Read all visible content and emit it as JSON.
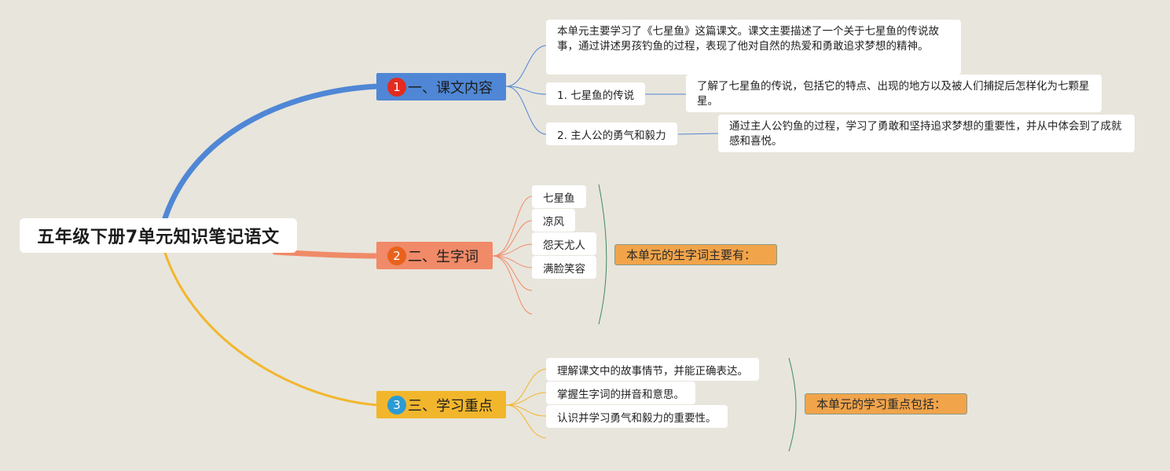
{
  "root": {
    "title": "五年级下册7单元知识笔记语文"
  },
  "branches": [
    {
      "number": "1",
      "label": "一、课文内容",
      "color": "#4f87d6",
      "summary": "本单元主要学习了《七星鱼》这篇课文。课文主要描述了一个关于七星鱼的传说故事，通过讲述男孩钓鱼的过程，表现了他对自然的热爱和勇敢追求梦想的精神。",
      "items": [
        {
          "label": "1. 七星鱼的传说",
          "detail": "了解了七星鱼的传说，包括它的特点、出现的地方以及被人们捕捉后怎样化为七颗星星。"
        },
        {
          "label": "2. 主人公的勇气和毅力",
          "detail": "通过主人公钓鱼的过程，学习了勇敢和坚持追求梦想的重要性，并从中体会到了成就感和喜悦。"
        }
      ]
    },
    {
      "number": "2",
      "label": "二、生字词",
      "color": "#f08a68",
      "words": [
        "七星鱼",
        "凉风",
        "怨天尤人",
        "满脸笑容"
      ],
      "summary": "本单元的生字词主要有："
    },
    {
      "number": "3",
      "label": "三、学习重点",
      "color": "#f2b62d",
      "points": [
        "理解课文中的故事情节，并能正确表达。",
        "掌握生字词的拼音和意思。",
        "认识并学习勇气和毅力的重要性。"
      ],
      "summary": "本单元的学习重点包括："
    }
  ]
}
